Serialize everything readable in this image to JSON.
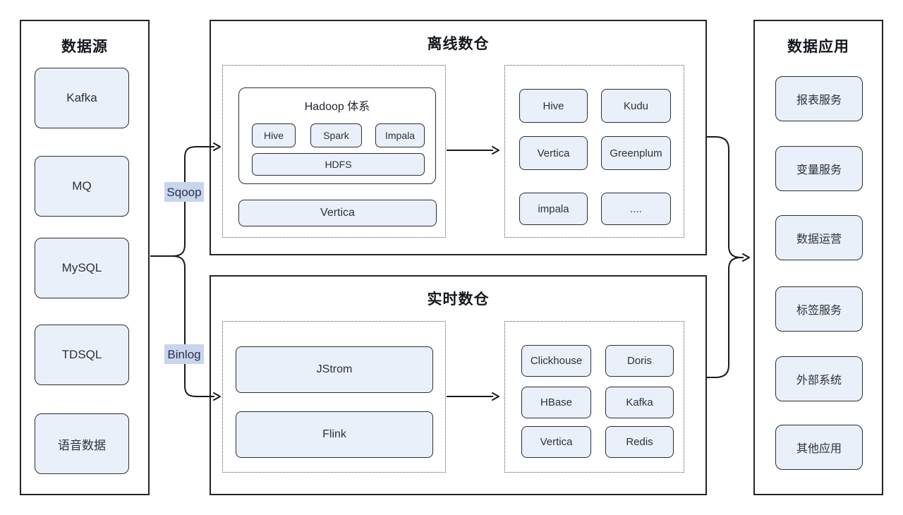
{
  "diagram": {
    "colors": {
      "node_fill": "#eaf0fa",
      "node_border": "#2a2d33",
      "panel_border": "#242424",
      "edge_stroke": "#191919",
      "edge_label_bg": "#c9d5ee",
      "text": "#2c313c"
    },
    "datasources": {
      "title": "数据源",
      "items": [
        "Kafka",
        "MQ",
        "MySQL",
        "TDSQL",
        "语音数据"
      ]
    },
    "offline": {
      "title": "离线数仓",
      "hadoop": {
        "title": "Hadoop 体系",
        "components": [
          "Hive",
          "Spark",
          "Impala"
        ],
        "storage_layer": "HDFS"
      },
      "db": "Vertica",
      "storage": [
        "Hive",
        "Kudu",
        "Vertica",
        "Greenplum",
        "impala",
        "...."
      ]
    },
    "realtime": {
      "title": "实时数仓",
      "engines": [
        "JStrom",
        "Flink"
      ],
      "storage": [
        "Clickhouse",
        "Doris",
        "HBase",
        "Kafka",
        "Vertica",
        "Redis"
      ]
    },
    "apps": {
      "title": "数据应用",
      "items": [
        "报表服务",
        "变量服务",
        "数据运营",
        "标签服务",
        "外部系统",
        "其他应用"
      ]
    },
    "edge_labels": {
      "offline_ingest": "Sqoop",
      "realtime_ingest": "Binlog"
    }
  }
}
